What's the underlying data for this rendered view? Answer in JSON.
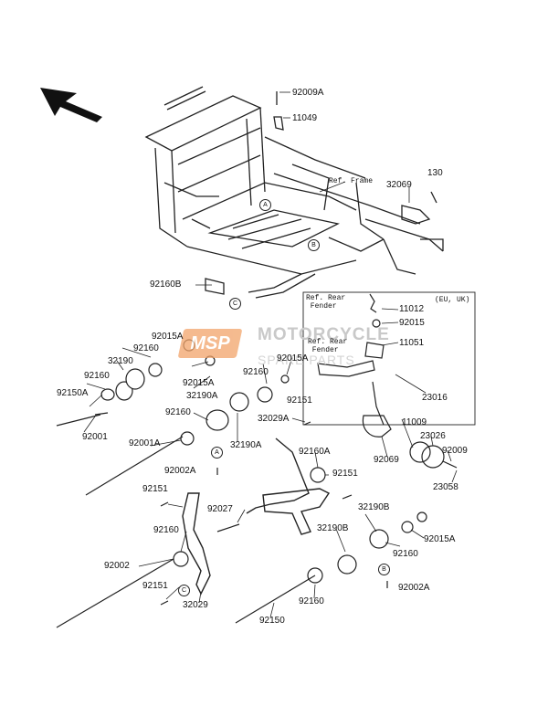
{
  "watermark": {
    "logo_text": "MSP",
    "title": "MOTORCYCLE",
    "subtitle": "SPARE PARTS"
  },
  "diagram": {
    "references": {
      "ref_frame": "Ref. Frame",
      "ref_rear_fender_1": "Ref. Rear\n Fender",
      "ref_rear_fender_2": "Ref. Rear\n Fender",
      "variant": "(EU, UK)"
    },
    "circle_markers": [
      "A",
      "B",
      "C",
      "A",
      "A",
      "B",
      "C"
    ],
    "part_labels": [
      {
        "id": "p92009A",
        "text": "92009A"
      },
      {
        "id": "p11049",
        "text": "11049"
      },
      {
        "id": "p130",
        "text": "130"
      },
      {
        "id": "p32069",
        "text": "32069"
      },
      {
        "id": "p92160B",
        "text": "92160B"
      },
      {
        "id": "p11012",
        "text": "11012"
      },
      {
        "id": "p92015_right",
        "text": "92015"
      },
      {
        "id": "p11051",
        "text": "11051"
      },
      {
        "id": "p92015A_1",
        "text": "92015A"
      },
      {
        "id": "p92160_1",
        "text": "92160"
      },
      {
        "id": "p32190",
        "text": "32190"
      },
      {
        "id": "p92160_2",
        "text": "92160"
      },
      {
        "id": "p92015A_2",
        "text": "92015A"
      },
      {
        "id": "p32190A_1",
        "text": "32190A"
      },
      {
        "id": "p92160_3",
        "text": "92160"
      },
      {
        "id": "p92015A_3",
        "text": "92015A"
      },
      {
        "id": "p92150A",
        "text": "92150A"
      },
      {
        "id": "p92160_4",
        "text": "92160"
      },
      {
        "id": "p92151_1",
        "text": "92151"
      },
      {
        "id": "p23016",
        "text": "23016"
      },
      {
        "id": "p32029A",
        "text": "32029A"
      },
      {
        "id": "p11009",
        "text": "11009"
      },
      {
        "id": "p92001",
        "text": "92001"
      },
      {
        "id": "p32190A_2",
        "text": "32190A"
      },
      {
        "id": "p23026",
        "text": "23026"
      },
      {
        "id": "p92001A",
        "text": "92001A"
      },
      {
        "id": "p92160A",
        "text": "92160A"
      },
      {
        "id": "p92009",
        "text": "92009"
      },
      {
        "id": "p92069",
        "text": "92069"
      },
      {
        "id": "p23058",
        "text": "23058"
      },
      {
        "id": "p92002A_1",
        "text": "92002A"
      },
      {
        "id": "p92151_2",
        "text": "92151"
      },
      {
        "id": "p92151_3",
        "text": "92151"
      },
      {
        "id": "p92027",
        "text": "92027"
      },
      {
        "id": "p32190B_1",
        "text": "32190B"
      },
      {
        "id": "p92160_5",
        "text": "92160"
      },
      {
        "id": "p92015A_4",
        "text": "92015A"
      },
      {
        "id": "p32190B_2",
        "text": "32190B"
      },
      {
        "id": "p92160_6",
        "text": "92160"
      },
      {
        "id": "p92002",
        "text": "92002"
      },
      {
        "id": "p92151_4",
        "text": "92151"
      },
      {
        "id": "p92002A_2",
        "text": "92002A"
      },
      {
        "id": "p32029",
        "text": "32029"
      },
      {
        "id": "p92160_7",
        "text": "92160"
      },
      {
        "id": "p92150",
        "text": "92150"
      }
    ]
  }
}
